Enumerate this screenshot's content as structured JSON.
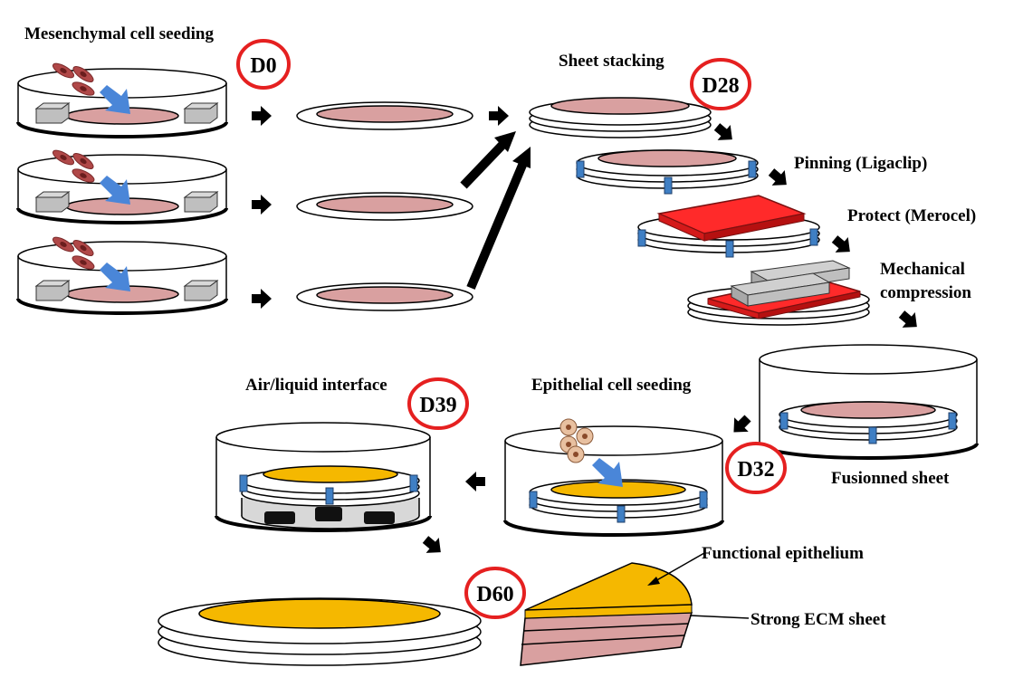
{
  "labels": {
    "mesenchymal_seeding": "Mesenchymal cell seeding",
    "sheet_stacking": "Sheet stacking",
    "pinning": "Pinning (Ligaclip)",
    "protect": "Protect (Merocel)",
    "mechanical_1": "Mechanical",
    "mechanical_2": "compression",
    "fusionned": "Fusionned sheet",
    "epithelial_seeding": "Epithelial cell seeding",
    "air_liquid": "Air/liquid interface",
    "functional_epithelium": "Functional epithelium",
    "strong_ecm": "Strong ECM sheet"
  },
  "days": {
    "d0": "D0",
    "d28": "D28",
    "d32": "D32",
    "d39": "D39",
    "d60": "D60"
  },
  "colors": {
    "cell_sheet": "#d9a0a0",
    "epithelium": "#f5b800",
    "merocel": "#ff2a2a",
    "arrow_blue": "#4a86d8",
    "clip_blue": "#3f7fc4",
    "day_circle": "#e52020",
    "weight_gray": "#bfbfbf"
  }
}
